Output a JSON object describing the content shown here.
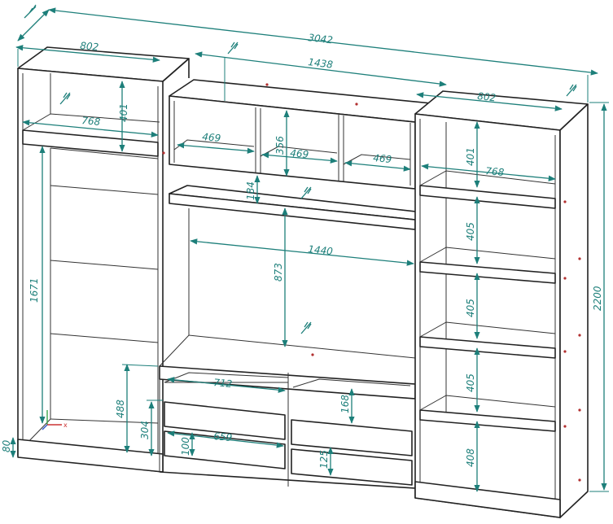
{
  "dimensions": {
    "total_width": "3042",
    "left_case_width": "802",
    "middle_width": "1438",
    "right_case_width": "802",
    "left_inner_width": "768",
    "left_top_shelf_height": "401",
    "left_door_height": "1671",
    "left_base_height": "80",
    "wall_cell_1": "469",
    "wall_cell_2": "469",
    "wall_cell_3": "469",
    "wall_cell_height": "356",
    "open_shelf_height": "184",
    "tv_niche_width": "1440",
    "tv_niche_height": "873",
    "tv_stand_width": "712",
    "tv_stand_height": "488",
    "drawer_block_height": "304",
    "drawer_height": "168",
    "drawer_width": "659",
    "drawer_front": "100",
    "drawer_lower": "125",
    "right_inner_width": "768",
    "right_shelf_1": "401",
    "right_shelf_2": "405",
    "right_shelf_3": "405",
    "right_shelf_4": "405",
    "right_shelf_5": "408",
    "total_height": "2200"
  },
  "colors": {
    "dimension": "#1d7f7a",
    "outline": "#222222",
    "marker": "#b23030"
  },
  "icons": [
    "thickness-marker-icon",
    "axis-gizmo-icon"
  ]
}
